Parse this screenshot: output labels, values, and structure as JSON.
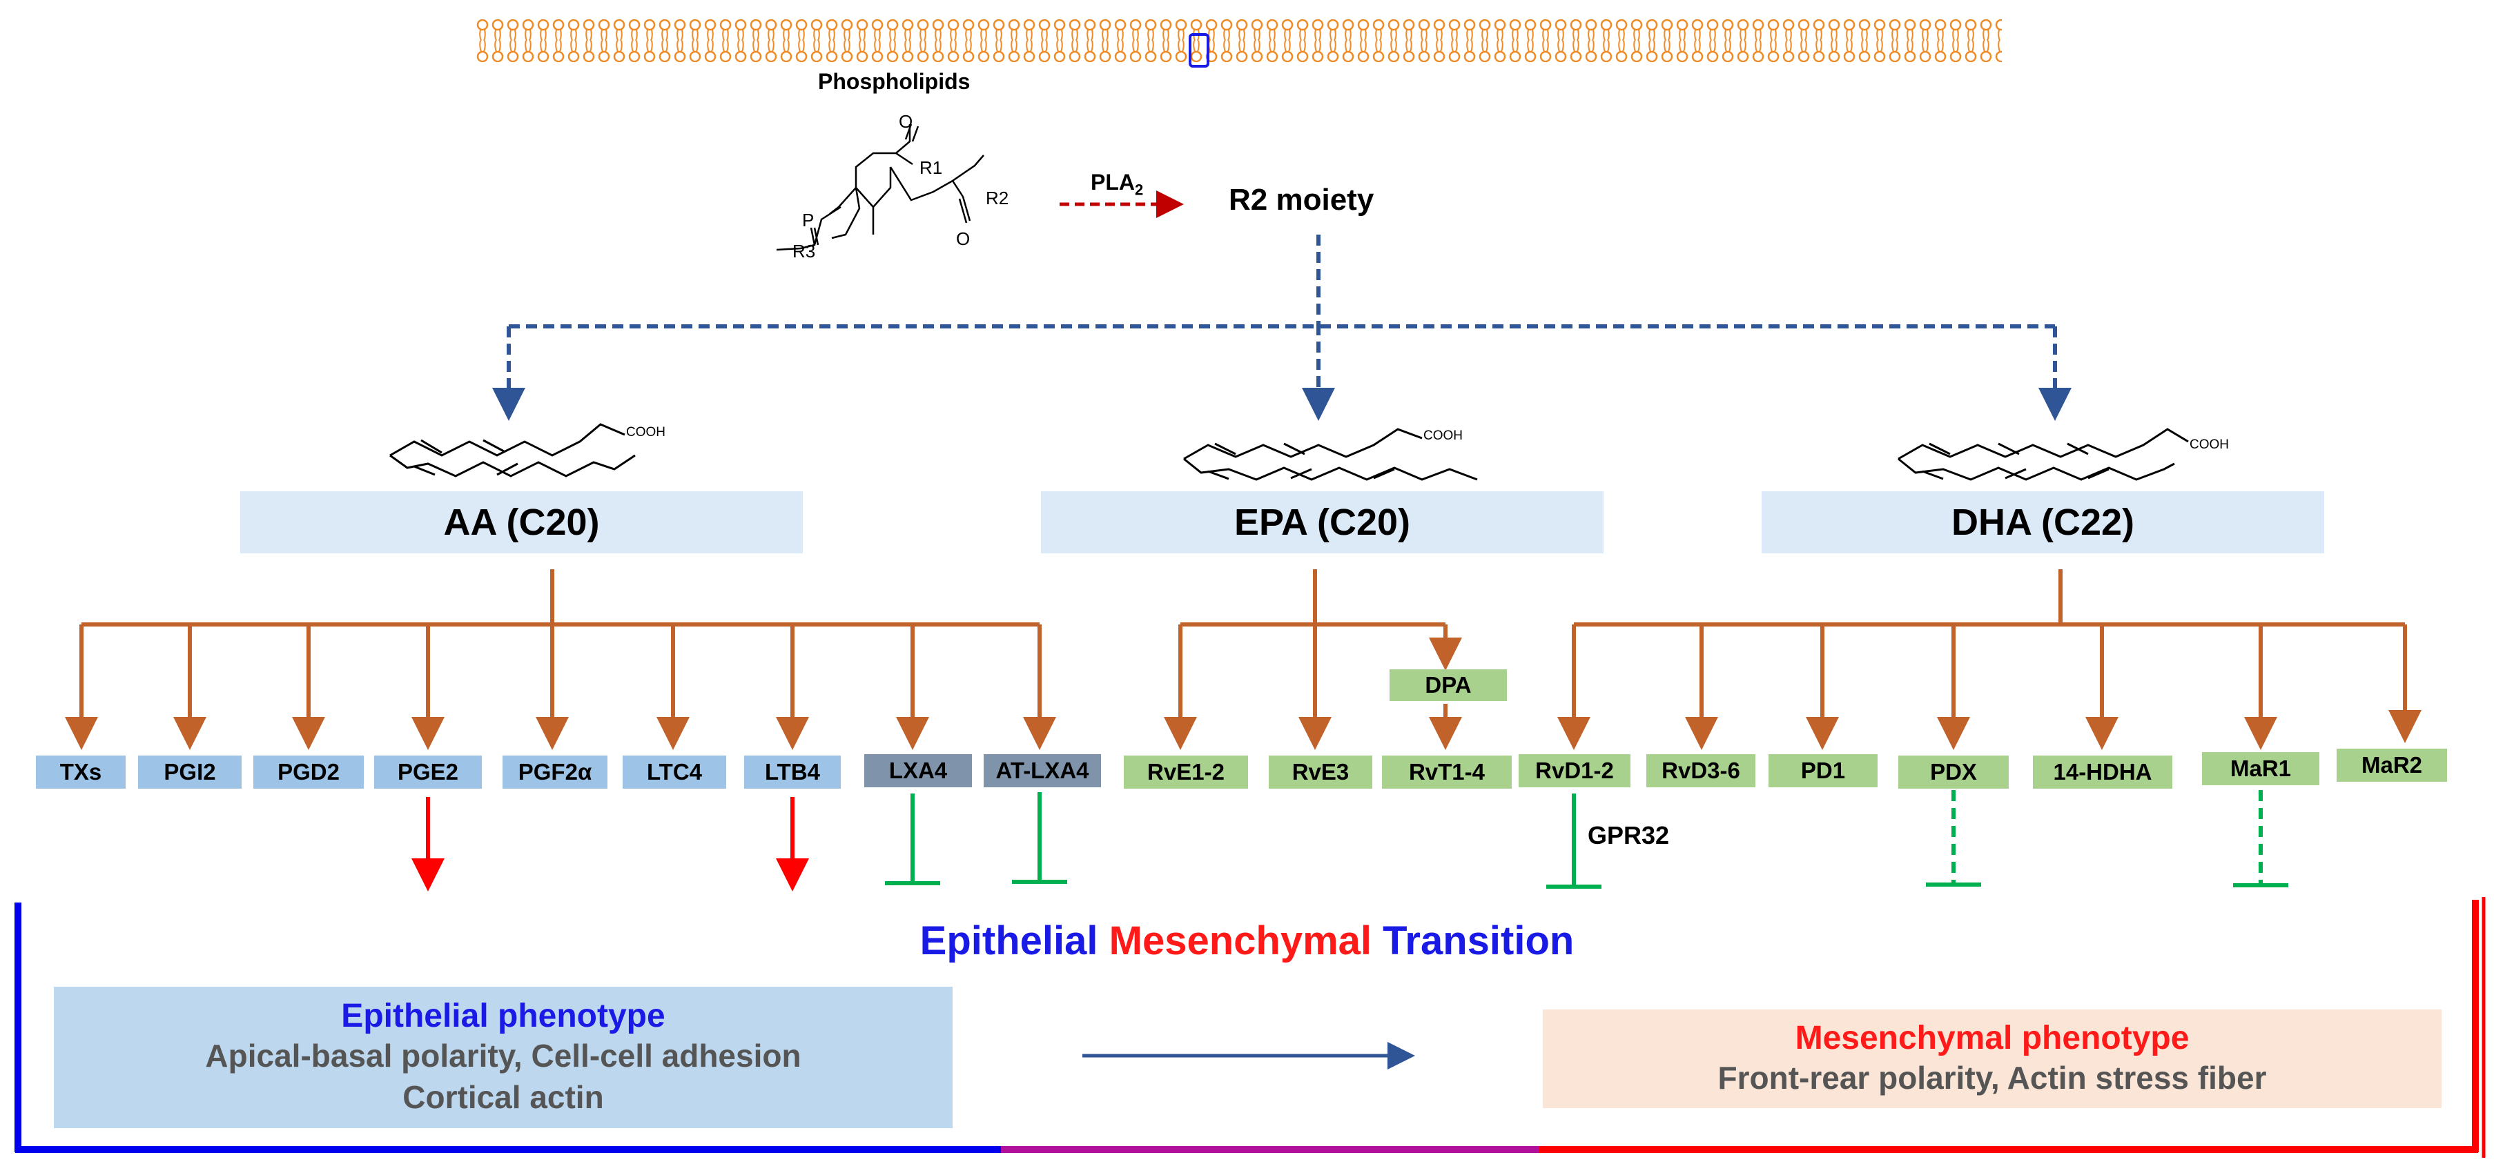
{
  "membrane": {
    "label": "Phospholipids"
  },
  "molecule": {
    "r1": "R1",
    "r2": "R2",
    "r3": "R3",
    "o": "O",
    "p": "P"
  },
  "enzyme": {
    "name": "PLA",
    "sub": "2"
  },
  "moiety": {
    "label": "R2 moiety"
  },
  "acids": [
    {
      "name": "AA (C20)",
      "cooh": "COOH"
    },
    {
      "name": "EPA (C20)",
      "cooh": "COOH"
    },
    {
      "name": "DHA (C22)",
      "cooh": "COOH"
    }
  ],
  "aa_mediators": [
    "TXs",
    "PGI2",
    "PGD2",
    "PGE2",
    "PGF2α",
    "LTC4",
    "LTB4",
    "LXA4",
    "AT-LXA4"
  ],
  "epa_mediators": [
    "RvE1-2",
    "RvE3",
    "RvT1-4"
  ],
  "epa_intermediate": "DPA",
  "dha_mediators": [
    "RvD1-2",
    "RvD3-6",
    "PD1",
    "PDX",
    "14-HDHA",
    "MaR1",
    "MaR2"
  ],
  "receptor": "GPR32",
  "emt": {
    "title_parts": [
      {
        "text": "Epithelial",
        "color": "#1a1ae6"
      },
      {
        "text": "Mesenchymal",
        "color": "#ff1a1a"
      },
      {
        "text": "Transition",
        "color": "#1a1ae6"
      }
    ],
    "epithelial": {
      "title": "Epithelial phenotype",
      "line1": "Apical-basal polarity, Cell-cell adhesion",
      "line2": "Cortical actin"
    },
    "mesenchymal": {
      "title": "Mesenchymal phenotype",
      "line1": "Front-rear polarity, Actin stress fiber"
    }
  },
  "colors": {
    "arrow_orange": "#c0622a",
    "dashed_blue": "#2f5597",
    "promote_red": "#ff0000",
    "inhibit_green": "#00b050",
    "epithelial_blue": "#1a1ae6",
    "mesenchymal_red": "#ff1a1a"
  }
}
